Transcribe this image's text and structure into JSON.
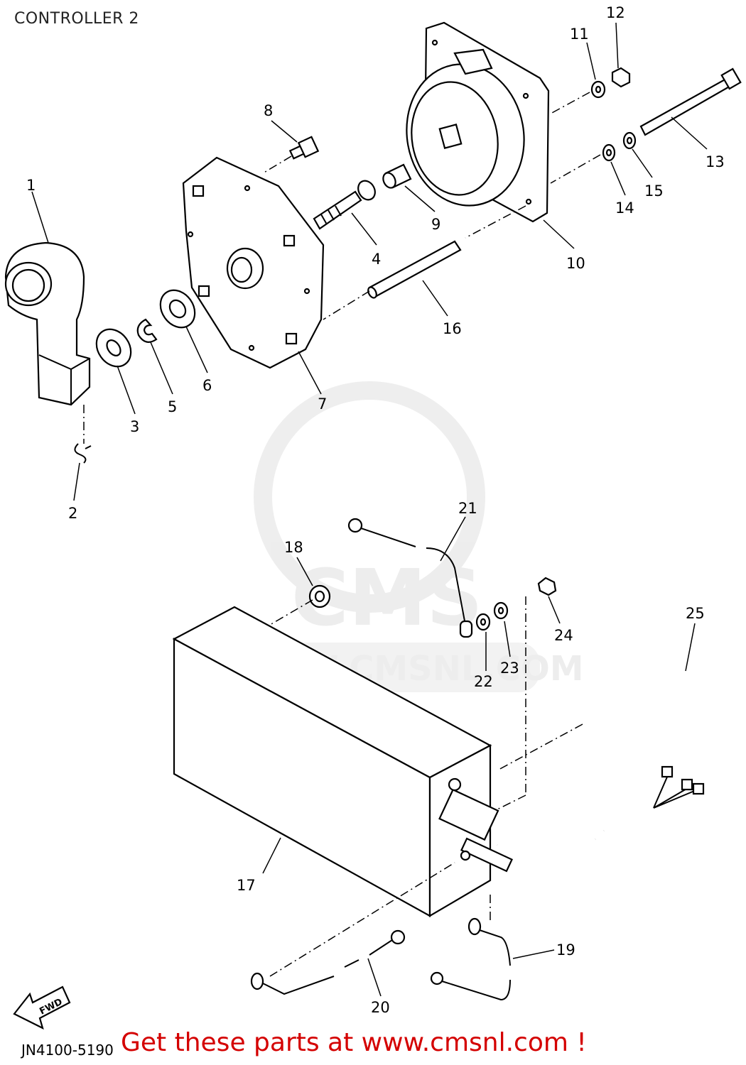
{
  "title": "CONTROLLER 2",
  "fwd_label": "FWD",
  "footer_code": "JN4100-5190",
  "promo_text": "Get these parts at www.cmsnl.com !",
  "watermark": {
    "brand": "CMS",
    "url": "WWW.CMSNL.COM"
  },
  "callouts": [
    "1",
    "2",
    "3",
    "4",
    "5",
    "6",
    "7",
    "8",
    "9",
    "10",
    "11",
    "12",
    "13",
    "14",
    "15",
    "16",
    "17",
    "18",
    "19",
    "20",
    "21",
    "22",
    "23",
    "24",
    "25"
  ]
}
